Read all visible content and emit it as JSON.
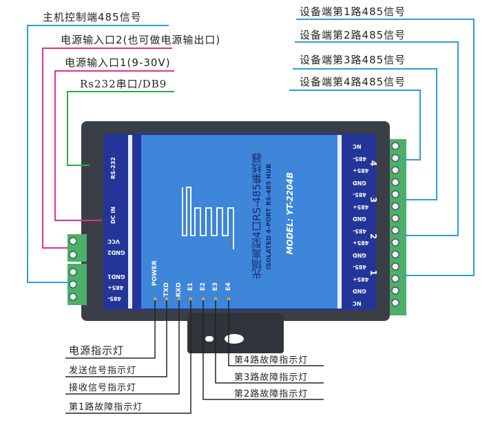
{
  "left_labels": [
    "主机控制端485信号",
    "电源输入口2(也可做电源输出口)",
    "电源输入口1(9-30V)",
    "Rs232串口/DB9"
  ],
  "right_labels": [
    "设备端第1路485信号",
    "设备端第2路485信号",
    "设备端第3路485信号",
    "设备端第4路485信号"
  ],
  "bottom_left_labels": [
    "电源指示灯",
    "发送信号指示灯",
    "接收信号指示灯",
    "第1路故障指示灯"
  ],
  "bottom_right_labels": [
    "第4路故障指示灯",
    "第3路故障指示灯",
    "第2路故障指示灯"
  ],
  "device": {
    "left_port_labels": [
      "RS-232",
      "DC IN",
      "VCC",
      "GND2",
      "GND1",
      "485+",
      "485-"
    ],
    "led_labels": [
      "POWER",
      "TXD",
      "RXD",
      "E1",
      "E2",
      "E3",
      "E4"
    ],
    "title_cn": "光隔离型4口RS-485集线器",
    "title_en": "ISOLATED 4-PORT RS-485 HUB",
    "model": "MODEL: YT-2204B",
    "right_terminal_labels": [
      "NC",
      "485-",
      "485+",
      "GND",
      "485-",
      "485+",
      "GND",
      "485-",
      "485+",
      "GND",
      "485-",
      "485+",
      "GND",
      "NC"
    ],
    "port_numbers": [
      "4",
      "3",
      "2",
      "1"
    ]
  },
  "colors": {
    "blue_line": "#2a9fd8",
    "pink_line": "#e0318a",
    "green_line": "#2aa84a",
    "panel": "#3d86d9",
    "panel_dark": "#24359a",
    "terminal": "#4caf6a"
  }
}
